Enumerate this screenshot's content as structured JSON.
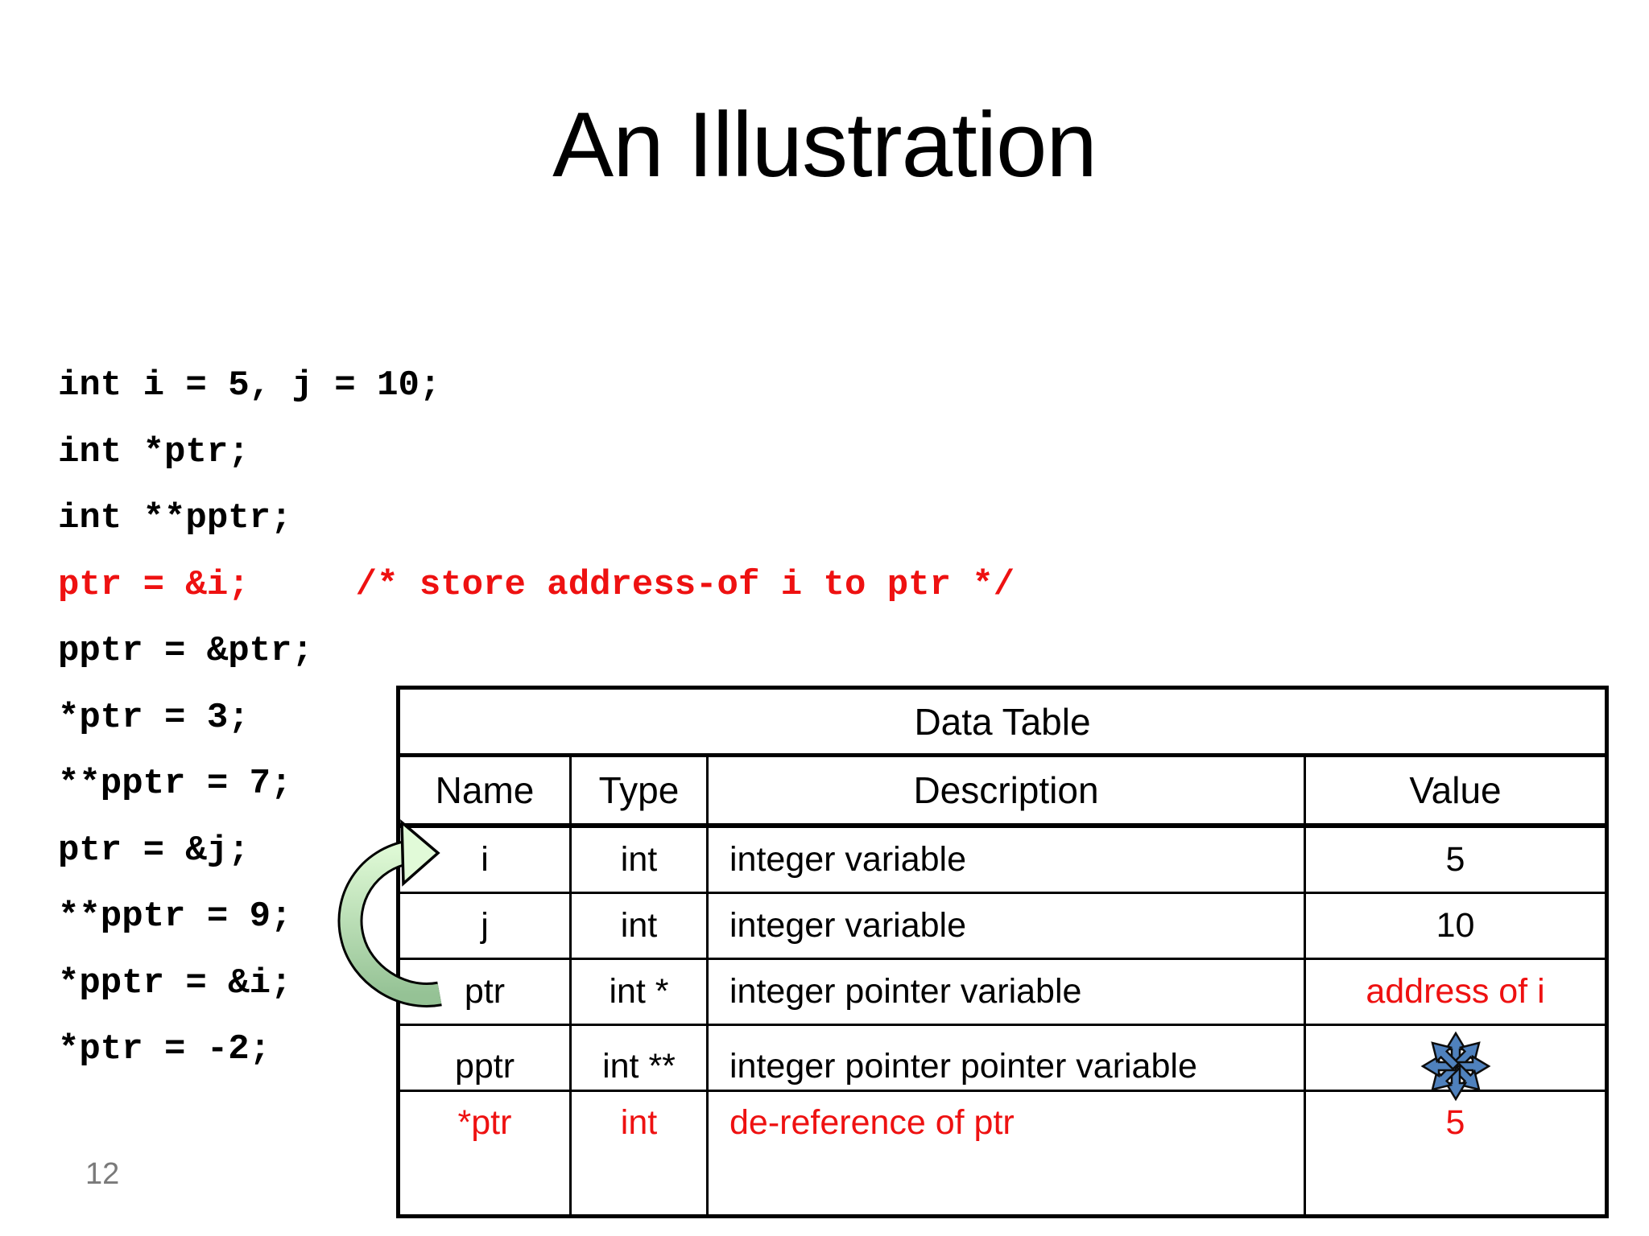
{
  "slide": {
    "title": "An Illustration",
    "page_number": "12",
    "background": "#ffffff"
  },
  "code_block": {
    "lines": [
      {
        "text": "int i = 5, j = 10;",
        "red": false
      },
      {
        "text": "int *ptr;",
        "red": false
      },
      {
        "text": "int **pptr;",
        "red": false
      },
      {
        "text": "ptr = &i;     /* store address-of i to ptr */",
        "red": true
      },
      {
        "text": "pptr = &ptr;",
        "red": false
      },
      {
        "text": "*ptr = 3;",
        "red": false
      },
      {
        "text": "**pptr = 7;",
        "red": false
      },
      {
        "text": "ptr = &j;",
        "red": false
      },
      {
        "text": "**pptr = 9;",
        "red": false
      },
      {
        "text": "*pptr = &i;",
        "red": false
      },
      {
        "text": "*ptr = -2;",
        "red": false
      }
    ]
  },
  "table": {
    "title": "Data Table",
    "headers": [
      "Name",
      "Type",
      "Description",
      "Value"
    ],
    "rows": [
      {
        "name": "i",
        "type": "int",
        "description": "integer variable",
        "value": "5",
        "value_red": false,
        "all_red": false,
        "value_icon": null,
        "tall": false
      },
      {
        "name": "j",
        "type": "int",
        "description": "integer variable",
        "value": "10",
        "value_red": false,
        "all_red": false,
        "value_icon": null,
        "tall": false
      },
      {
        "name": "ptr",
        "type": "int *",
        "description": "integer pointer variable",
        "value": "address of i",
        "value_red": true,
        "all_red": false,
        "value_icon": null,
        "tall": false
      },
      {
        "name": "pptr",
        "type": "int **",
        "description": "integer pointer pointer variable",
        "value": "",
        "value_red": false,
        "all_red": false,
        "value_icon": "multi-directional-arrows-icon",
        "tall": false
      },
      {
        "name": "*ptr",
        "type": "int",
        "description": "de-reference of ptr",
        "value": "5",
        "value_red": true,
        "all_red": true,
        "value_icon": null,
        "tall": true
      }
    ]
  },
  "annotations": {
    "curved_arrow": {
      "from_row": "ptr",
      "to_row": "i"
    }
  },
  "colors": {
    "red": "#ee1111",
    "arrow_green_light": "#ddf8d4",
    "arrow_green_dark": "#95c295",
    "star_blue": "#4f81bd",
    "page_number_gray": "#7a7a7a",
    "text_black": "#000000"
  }
}
